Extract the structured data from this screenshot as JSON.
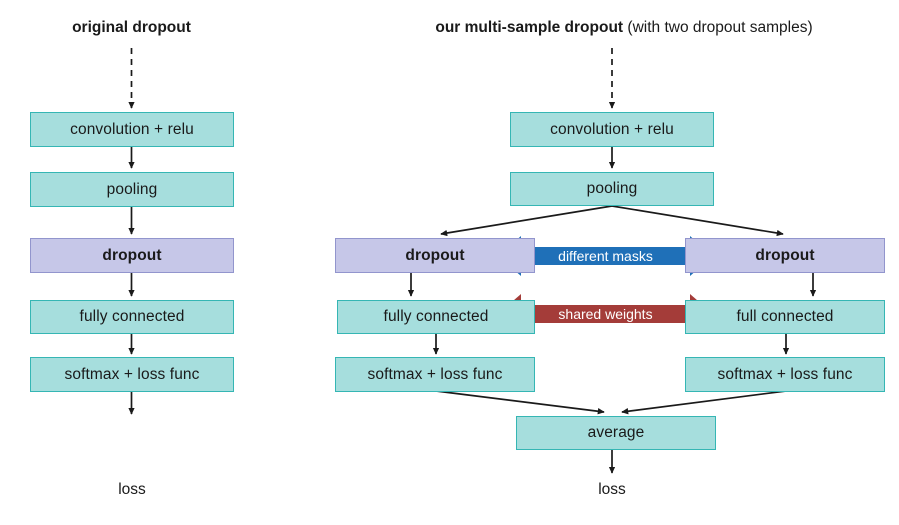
{
  "figure": {
    "background": "#ffffff",
    "colors": {
      "teal_fill": "#a6dedd",
      "teal_border": "#35b6b4",
      "purple_fill": "#c6c7e8",
      "purple_border": "#9295cd",
      "blue_arrow": "#1f70b8",
      "red_arrow": "#a43c39",
      "edge": "#1a1a1a",
      "text": "#1a1a1a",
      "band_text": "#ffffff"
    }
  },
  "left_panel": {
    "title": {
      "strong": "original dropout",
      "light": ""
    },
    "nodes": [
      {
        "id": "l-conv",
        "label": "convolution + relu",
        "style": "teal"
      },
      {
        "id": "l-pool",
        "label": "pooling",
        "style": "teal"
      },
      {
        "id": "l-dropout",
        "label": "dropout",
        "style": "purple"
      },
      {
        "id": "l-fc",
        "label": "fully connected",
        "style": "teal"
      },
      {
        "id": "l-softmax",
        "label": "softmax + loss func",
        "style": "teal"
      }
    ],
    "output_label": "loss"
  },
  "right_panel": {
    "title": {
      "strong": "our multi-sample dropout",
      "light": "(with two dropout samples)"
    },
    "nodes": [
      {
        "id": "r-conv",
        "label": "convolution + relu",
        "style": "teal"
      },
      {
        "id": "r-pool",
        "label": "pooling",
        "style": "teal"
      },
      {
        "id": "r-dropout-a",
        "label": "dropout",
        "style": "purple"
      },
      {
        "id": "r-dropout-b",
        "label": "dropout",
        "style": "purple"
      },
      {
        "id": "r-fc-a",
        "label": "fully connected",
        "style": "teal"
      },
      {
        "id": "r-fc-b",
        "label": "full connected",
        "style": "teal"
      },
      {
        "id": "r-softmax-a",
        "label": "softmax + loss func",
        "style": "teal"
      },
      {
        "id": "r-softmax-b",
        "label": "softmax + loss func",
        "style": "teal"
      },
      {
        "id": "r-average",
        "label": "average",
        "style": "teal"
      }
    ],
    "annotations": [
      {
        "id": "different-masks",
        "label": "different masks",
        "color": "#1f70b8",
        "arrow": "double-headed-horizontal"
      },
      {
        "id": "shared-weights",
        "label": "shared weights",
        "color": "#a43c39",
        "arrow": "double-headed-horizontal"
      }
    ],
    "output_label": "loss"
  }
}
